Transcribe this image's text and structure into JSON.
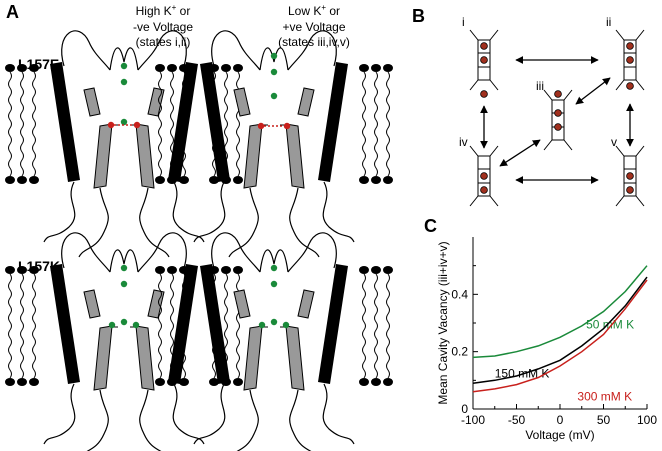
{
  "panel_a": {
    "label": "A",
    "col1_line1_pre": "High K",
    "col1_line1_sup": "+",
    "col1_line1_post": " or",
    "col1_line2": "-ve Voltage",
    "col1_line3": "(states i,ii)",
    "col2_line1_pre": "Low K",
    "col2_line1_sup": "+",
    "col2_line1_post": " or",
    "col2_line2": "+ve Voltage",
    "col2_line3": "(states iii,iv,v)",
    "row1_label": "L157E",
    "row2_label": "L157K"
  },
  "panel_b": {
    "label": "B",
    "states": [
      "i",
      "ii",
      "iii",
      "iv",
      "v"
    ]
  },
  "panel_c": {
    "label": "C",
    "ylabel": "Mean Cavity Vacancy (iii+iv+v)",
    "xlabel": "Voltage (mV)",
    "xticks": [
      "-100",
      "-50",
      "0",
      "50",
      "100"
    ],
    "yticks": [
      "0",
      "0.2",
      "0.4"
    ]
  },
  "colors": {
    "green": "#1a8a3a",
    "red": "#c8201c",
    "black": "#000000",
    "grey": "#999999"
  },
  "chart_data": {
    "type": "line",
    "xlabel": "Voltage (mV)",
    "ylabel": "Mean Cavity Vacancy (iii+iv+v)",
    "xlim": [
      -100,
      100
    ],
    "ylim": [
      0,
      0.6
    ],
    "x": [
      -100,
      -75,
      -50,
      -25,
      0,
      25,
      50,
      75,
      100
    ],
    "series": [
      {
        "name": "50 mM K",
        "color": "#1a8a3a",
        "values": [
          0.18,
          0.185,
          0.2,
          0.22,
          0.25,
          0.29,
          0.34,
          0.41,
          0.5
        ]
      },
      {
        "name": "150 mM K",
        "color": "#000000",
        "values": [
          0.09,
          0.1,
          0.115,
          0.14,
          0.17,
          0.22,
          0.28,
          0.36,
          0.46
        ]
      },
      {
        "name": "300 mM K",
        "color": "#c8201c",
        "values": [
          0.06,
          0.07,
          0.085,
          0.11,
          0.15,
          0.2,
          0.26,
          0.35,
          0.45
        ]
      }
    ]
  }
}
